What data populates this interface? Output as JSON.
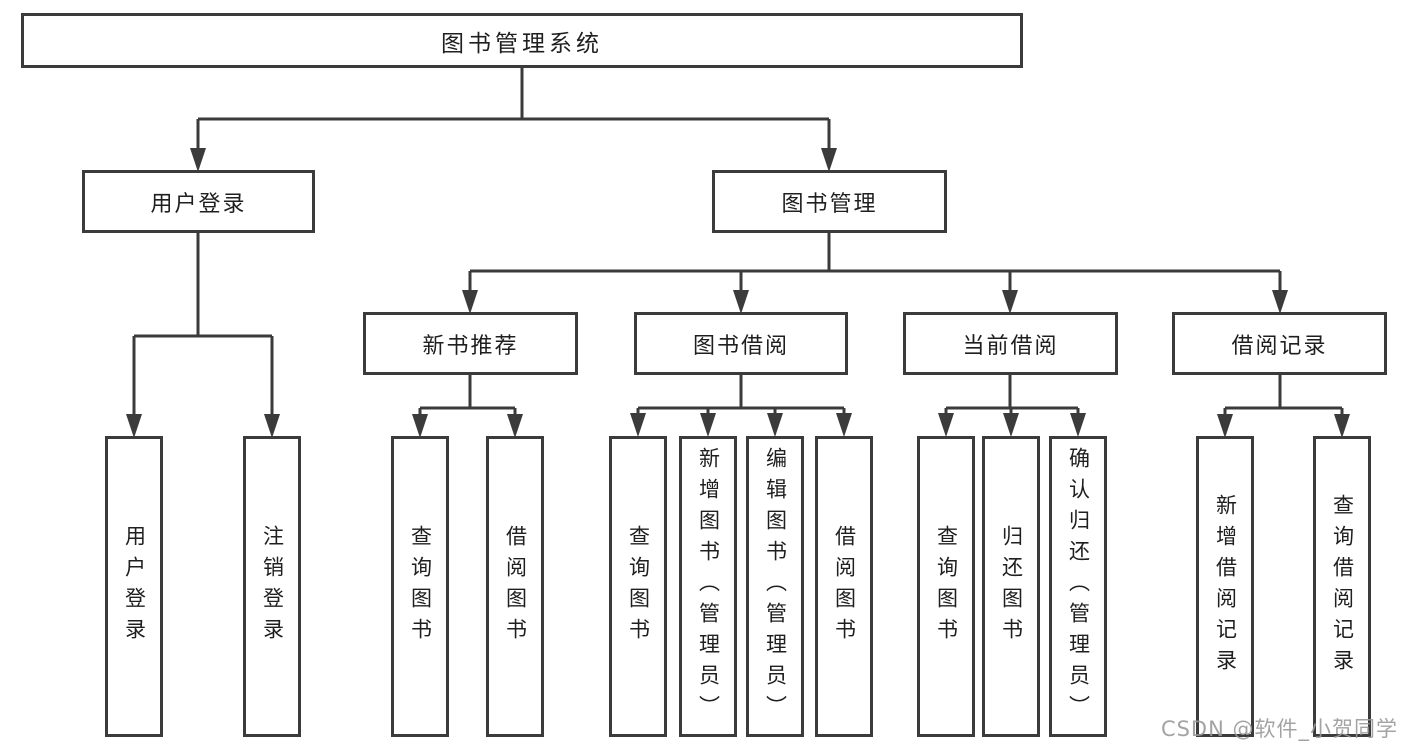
{
  "diagram": {
    "tree": {
      "label": "图书管理系统",
      "children": [
        {
          "label": "用户登录",
          "children": [
            {
              "label": "用户登录"
            },
            {
              "label": "注销登录"
            }
          ]
        },
        {
          "label": "图书管理",
          "children": [
            {
              "label": "新书推荐",
              "children": [
                {
                  "label": "查询图书"
                },
                {
                  "label": "借阅图书"
                }
              ]
            },
            {
              "label": "图书借阅",
              "children": [
                {
                  "label": "查询图书"
                },
                {
                  "label": "新增图书（管理员）"
                },
                {
                  "label": "编辑图书（管理员）"
                },
                {
                  "label": "借阅图书"
                }
              ]
            },
            {
              "label": "当前借阅",
              "children": [
                {
                  "label": "查询图书"
                },
                {
                  "label": "归还图书"
                },
                {
                  "label": "确认归还（管理员）"
                }
              ]
            },
            {
              "label": "借阅记录",
              "children": [
                {
                  "label": "新增借阅记录"
                },
                {
                  "label": "查询借阅记录"
                }
              ]
            }
          ]
        }
      ]
    },
    "colors": {
      "line": "#3b3b3b",
      "box_border": "#3b3b3b",
      "box_fill": "#ffffff",
      "text": "#1f1f1f",
      "watermark": "#9a9a9a",
      "background": "#ffffff"
    }
  },
  "watermark": {
    "text": "CSDN @软件_小贺同学"
  }
}
